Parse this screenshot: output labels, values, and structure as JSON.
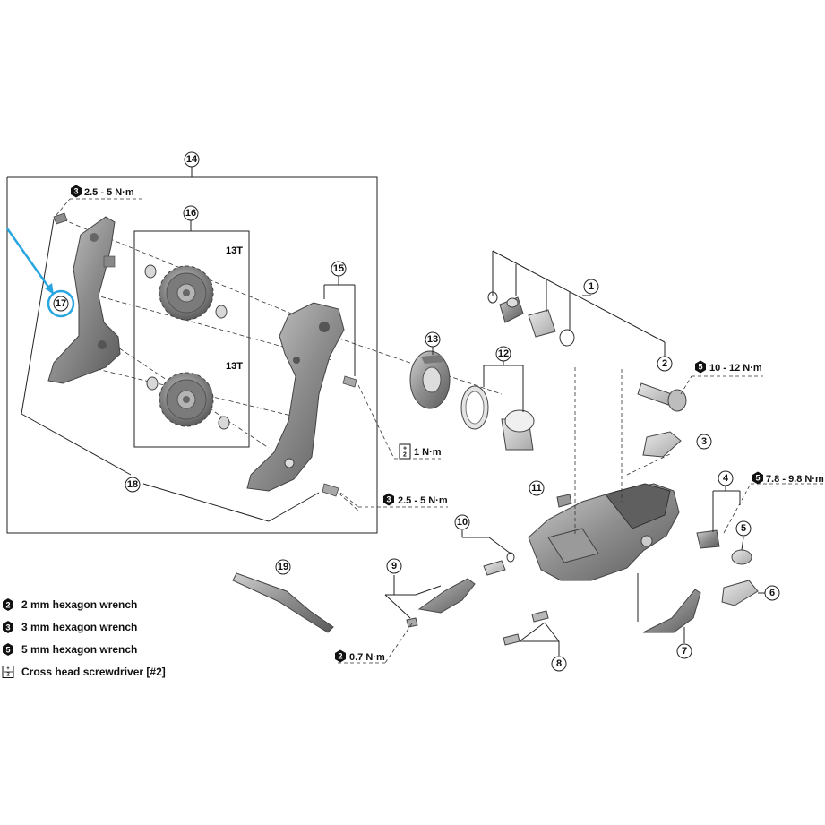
{
  "callouts": {
    "c1": "1",
    "c2": "2",
    "c3": "3",
    "c4": "4",
    "c5": "5",
    "c6": "6",
    "c7": "7",
    "c8": "8",
    "c9": "9",
    "c10": "10",
    "c11": "11",
    "c12": "12",
    "c13": "13",
    "c14": "14",
    "c15": "15",
    "c16": "16",
    "c17": "17",
    "c18": "18",
    "c19": "19"
  },
  "pulleys": {
    "upper_teeth": "13T",
    "lower_teeth": "13T"
  },
  "torques": {
    "t_plate_bolt": "2.5 - 5 N·m",
    "t_cover_screw": "1 N·m",
    "t_cage_bolt": "2.5 - 5 N·m",
    "t_mount_bolt": "10 - 12 N·m",
    "t_b_tension": "7.8 - 9.8 N·m",
    "t_cable_fix": "0.7 N·m"
  },
  "tool_badges": {
    "hex2": "2",
    "hex3": "3",
    "hex5": "5",
    "screwdriver_top": "+",
    "screwdriver_bottom": "2"
  },
  "legend": [
    {
      "badge": "2",
      "label": "2 mm hexagon wrench"
    },
    {
      "badge": "3",
      "label": "3 mm hexagon wrench"
    },
    {
      "badge": "5",
      "label": "5 mm hexagon wrench"
    },
    {
      "badge": "+2",
      "label": "Cross head screwdriver [#2]"
    }
  ],
  "colors": {
    "highlight": "#29a6e0",
    "part_dark": "#6e6e6e",
    "part_mid": "#9a9a9a",
    "part_light": "#c8c8c8",
    "line": "#222222"
  }
}
